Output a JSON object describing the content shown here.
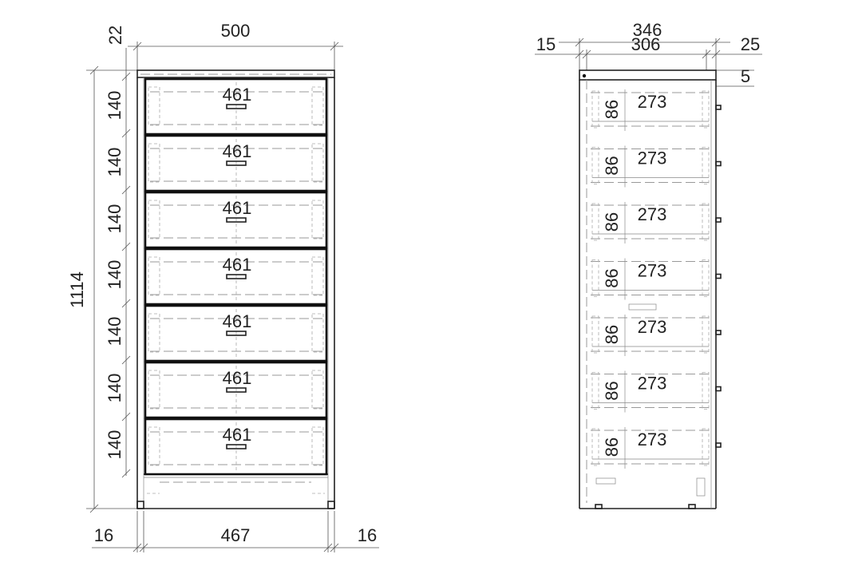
{
  "front_view": {
    "overall_width": "500",
    "overall_height": "1114",
    "top_thickness": "22",
    "drawer_height": "140",
    "drawer_front_width": "461",
    "inner_width": "467",
    "side_left": "16",
    "side_right": "16",
    "drawer_count": 7
  },
  "side_view": {
    "overall_depth": "346",
    "inner_depth": "306",
    "back_offset": "15",
    "front_overhang": "25",
    "top_overhang": "5",
    "drawer_box_height": "86",
    "drawer_box_depth": "273",
    "drawer_count": 7
  }
}
